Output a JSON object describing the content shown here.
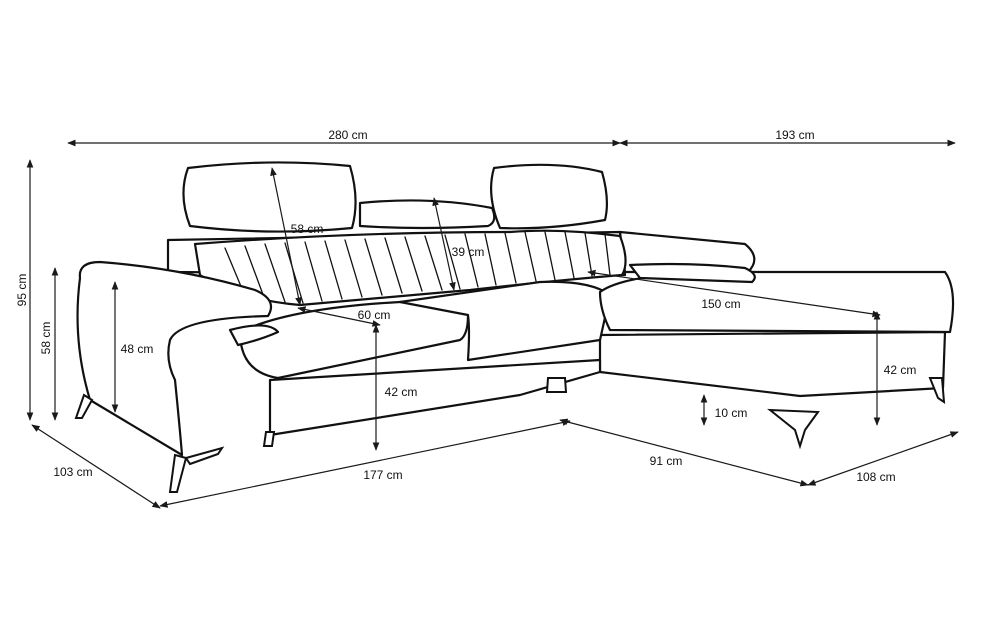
{
  "dimensions": {
    "total_width": "280 cm",
    "chaise_width": "193 cm",
    "total_height": "95 cm",
    "armrest_height": "58 cm",
    "inner_arm_height": "48 cm",
    "depth": "103 cm",
    "headrest_height": "58 cm",
    "backrest_height": "39 cm",
    "seat_depth": "60 cm",
    "seat_height": "42 cm",
    "front_length": "177 cm",
    "corner_length": "91 cm",
    "chaise_length": "150 cm",
    "chaise_seat_height": "42 cm",
    "leg_height": "10 cm",
    "chaise_depth": "108 cm"
  }
}
